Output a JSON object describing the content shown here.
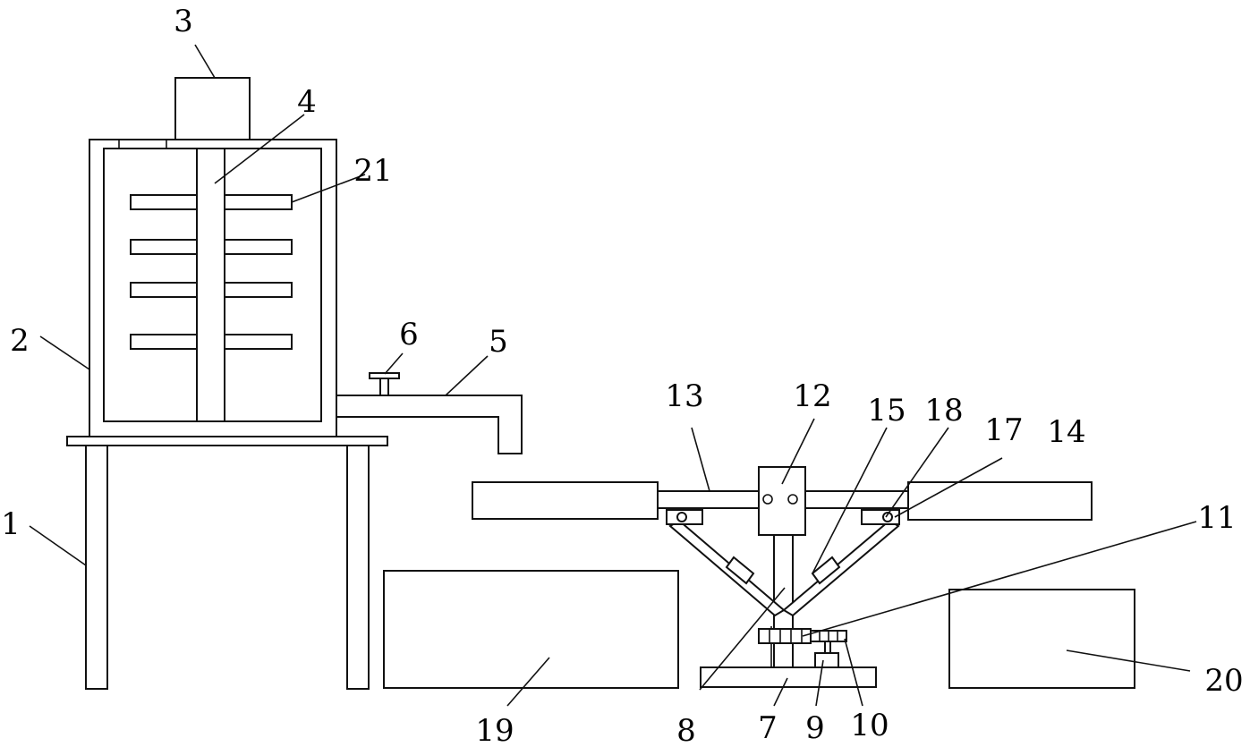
{
  "labels": {
    "l1": "1",
    "l2": "2",
    "l3": "3",
    "l4": "4",
    "l5": "5",
    "l6": "6",
    "l7": "7",
    "l8": "8",
    "l9": "9",
    "l10": "10",
    "l11": "11",
    "l12": "12",
    "l13": "13",
    "l14": "14",
    "l15": "15",
    "l17": "17",
    "l18": "18",
    "l19": "19",
    "l20": "20",
    "l21": "21"
  },
  "colors": {
    "line": "#111111",
    "background": "#ffffff"
  }
}
